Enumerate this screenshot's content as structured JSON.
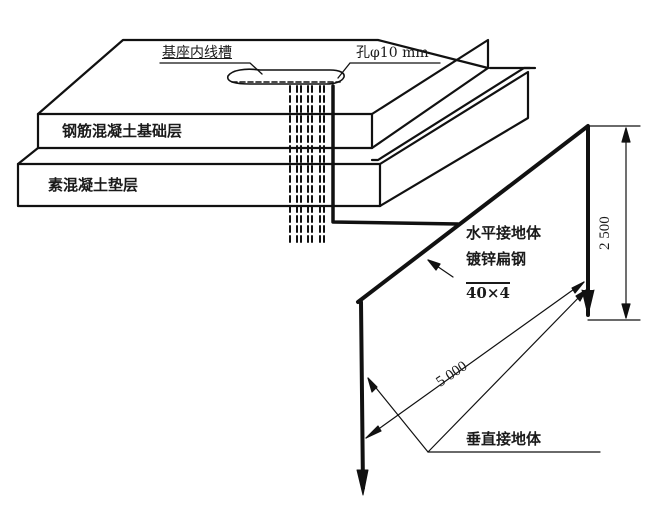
{
  "diagram": {
    "type": "grounding-electrode-installation",
    "labels": {
      "base_inner_line_slot": "基座内线槽",
      "hole": "孔φ10 mm",
      "rc_foundation_layer": "钢筋混凝土基础层",
      "plain_concrete_cushion": "素混凝土垫层",
      "horizontal_grounding": "水平接地体",
      "galvanized_flat_steel": "镀锌扁钢",
      "flat_steel_spec": "40×4",
      "vertical_grounding": "垂直接地体"
    },
    "dimensions": {
      "vertical_depth": "2 500",
      "diagonal_length": "5 000"
    },
    "colors": {
      "line": "#111111",
      "background": "#ffffff"
    }
  }
}
